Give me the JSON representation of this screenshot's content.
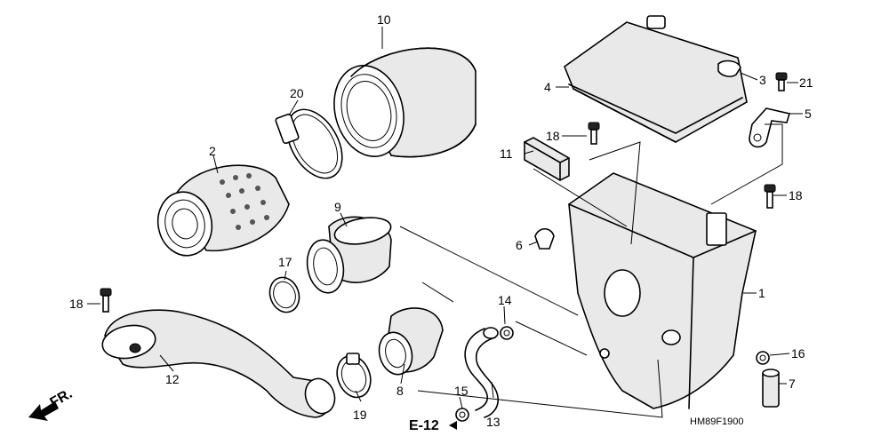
{
  "diagram": {
    "callouts": {
      "c1": "1",
      "c2": "2",
      "c3": "3",
      "c4": "4",
      "c5": "5",
      "c6": "6",
      "c7": "7",
      "c8": "8",
      "c9": "9",
      "c10": "10",
      "c11": "11",
      "c12": "12",
      "c13": "13",
      "c14": "14",
      "c15": "15",
      "c16": "16",
      "c17": "17",
      "c18a": "18",
      "c18b": "18",
      "c18c": "18",
      "c19": "19",
      "c20": "20",
      "c21": "21"
    },
    "reference_label": "E-12",
    "front_label": "FR.",
    "diagram_code": "HM89F1900"
  }
}
